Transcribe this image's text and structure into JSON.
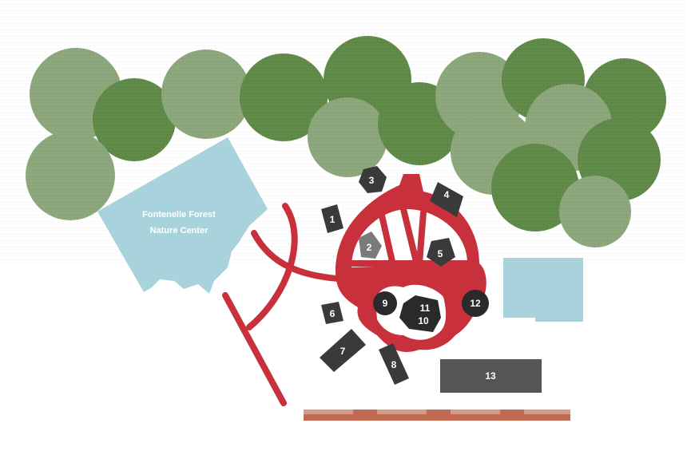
{
  "map": {
    "building_name_line1": "Fontenelle Forest",
    "building_name_line2": "Nature Center",
    "markers": [
      {
        "id": "1",
        "label": "1"
      },
      {
        "id": "2",
        "label": "2"
      },
      {
        "id": "3",
        "label": "3"
      },
      {
        "id": "4",
        "label": "4"
      },
      {
        "id": "5",
        "label": "5"
      },
      {
        "id": "6",
        "label": "6"
      },
      {
        "id": "7",
        "label": "7"
      },
      {
        "id": "8",
        "label": "8"
      },
      {
        "id": "9",
        "label": "9"
      },
      {
        "id": "10",
        "label": "10"
      },
      {
        "id": "11",
        "label": "11"
      },
      {
        "id": "12",
        "label": "12"
      },
      {
        "id": "13",
        "label": "13"
      }
    ]
  },
  "colors": {
    "tree_dark": "#5f8a48",
    "tree_light": "#8ca77c",
    "building": "#a9d3dc",
    "trail": "#c8303c",
    "marker": "#3a3a3a",
    "walkway": "#c06a52"
  }
}
